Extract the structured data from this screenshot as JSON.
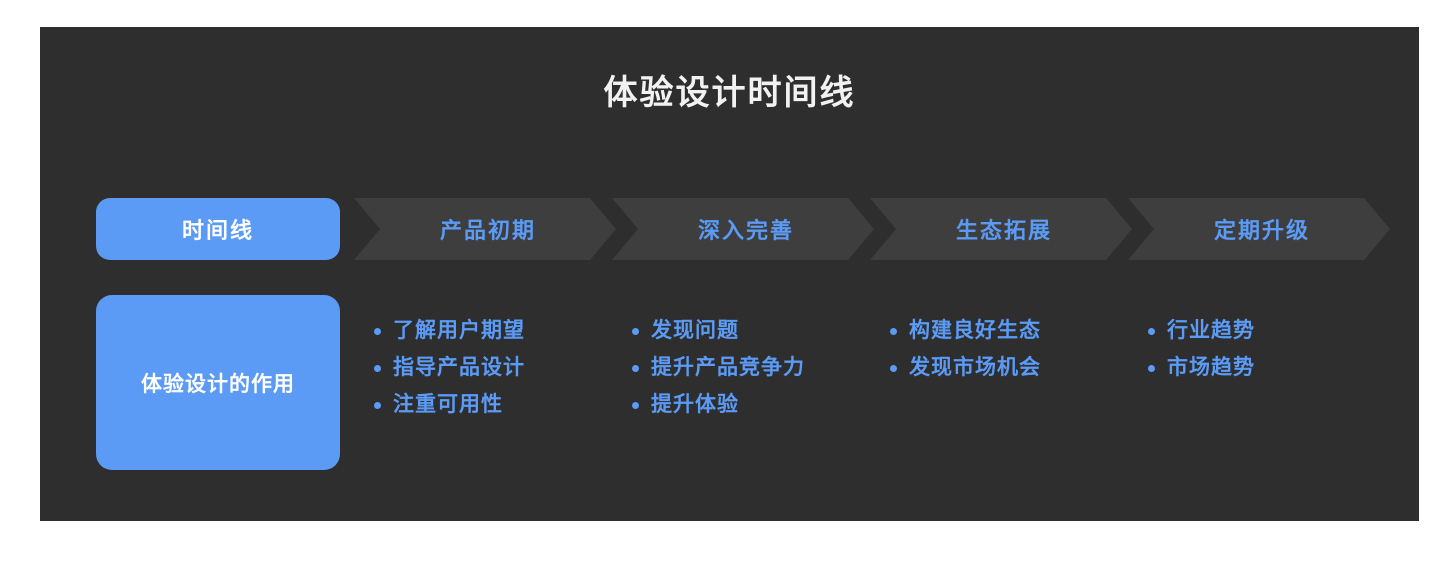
{
  "page": {
    "background_color": "#ffffff",
    "card_background_color": "#2e2e2e",
    "accent_color": "#5b9bf6",
    "chevron_color": "#3e3e3e",
    "title_color": "#f2f2f2"
  },
  "header": {
    "title": "体验设计时间线"
  },
  "stage_row": {
    "head_label": "时间线",
    "stages": [
      {
        "label": "产品初期"
      },
      {
        "label": "深入完善"
      },
      {
        "label": "生态拓展"
      },
      {
        "label": "定期升级"
      }
    ]
  },
  "detail_row": {
    "side_label": "体验设计的作用",
    "columns": [
      {
        "items": [
          "了解用户期望",
          "指导产品设计",
          "注重可用性"
        ]
      },
      {
        "items": [
          "发现问题",
          "提升产品竞争力",
          "提升体验"
        ]
      },
      {
        "items": [
          "构建良好生态",
          "发现市场机会"
        ]
      },
      {
        "items": [
          "行业趋势",
          "市场趋势"
        ]
      }
    ]
  }
}
